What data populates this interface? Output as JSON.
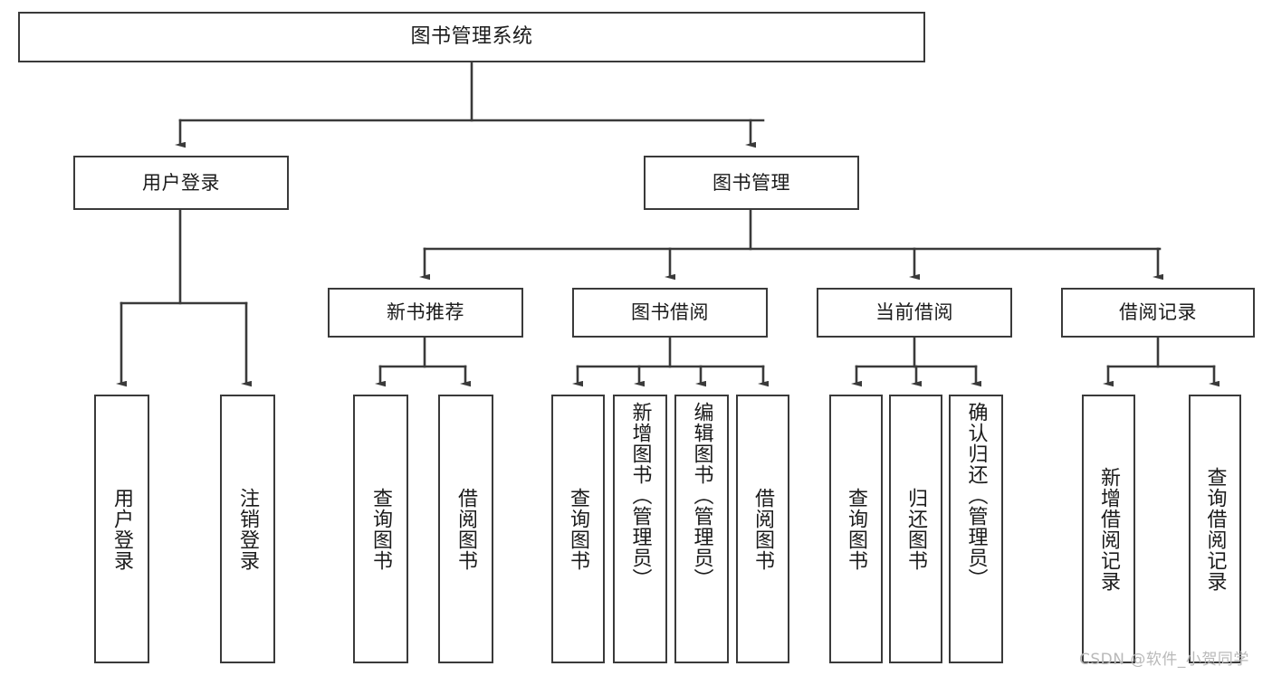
{
  "diagram": {
    "title": "图书管理系统",
    "type": "tree",
    "root": {
      "label": "图书管理系统"
    },
    "level1": [
      {
        "label": "用户登录"
      },
      {
        "label": "图书管理"
      }
    ],
    "level2": [
      {
        "label": "新书推荐"
      },
      {
        "label": "图书借阅"
      },
      {
        "label": "当前借阅"
      },
      {
        "label": "借阅记录"
      }
    ],
    "leaves": {
      "user_login": [
        {
          "label": "用户登录"
        },
        {
          "label": "注销登录"
        }
      ],
      "new_book_recommend": [
        {
          "label": "查询图书"
        },
        {
          "label": "借阅图书"
        }
      ],
      "book_borrow": [
        {
          "label": "查询图书"
        },
        {
          "label": "新增图书（管理员）"
        },
        {
          "label": "编辑图书（管理员）"
        },
        {
          "label": "借阅图书"
        }
      ],
      "current_borrow": [
        {
          "label": "查询图书"
        },
        {
          "label": "归还图书"
        },
        {
          "label": "确认归还（管理员）"
        }
      ],
      "borrow_record": [
        {
          "label": "新增借阅记录"
        },
        {
          "label": "查询借阅记录"
        }
      ]
    }
  },
  "watermark": {
    "text": "CSDN @软件_小贺同学"
  },
  "colors": {
    "stroke": "#3a3a3a",
    "fill": "#ffffff",
    "text": "#1b1b1b",
    "watermark": "#b9b9b9"
  }
}
